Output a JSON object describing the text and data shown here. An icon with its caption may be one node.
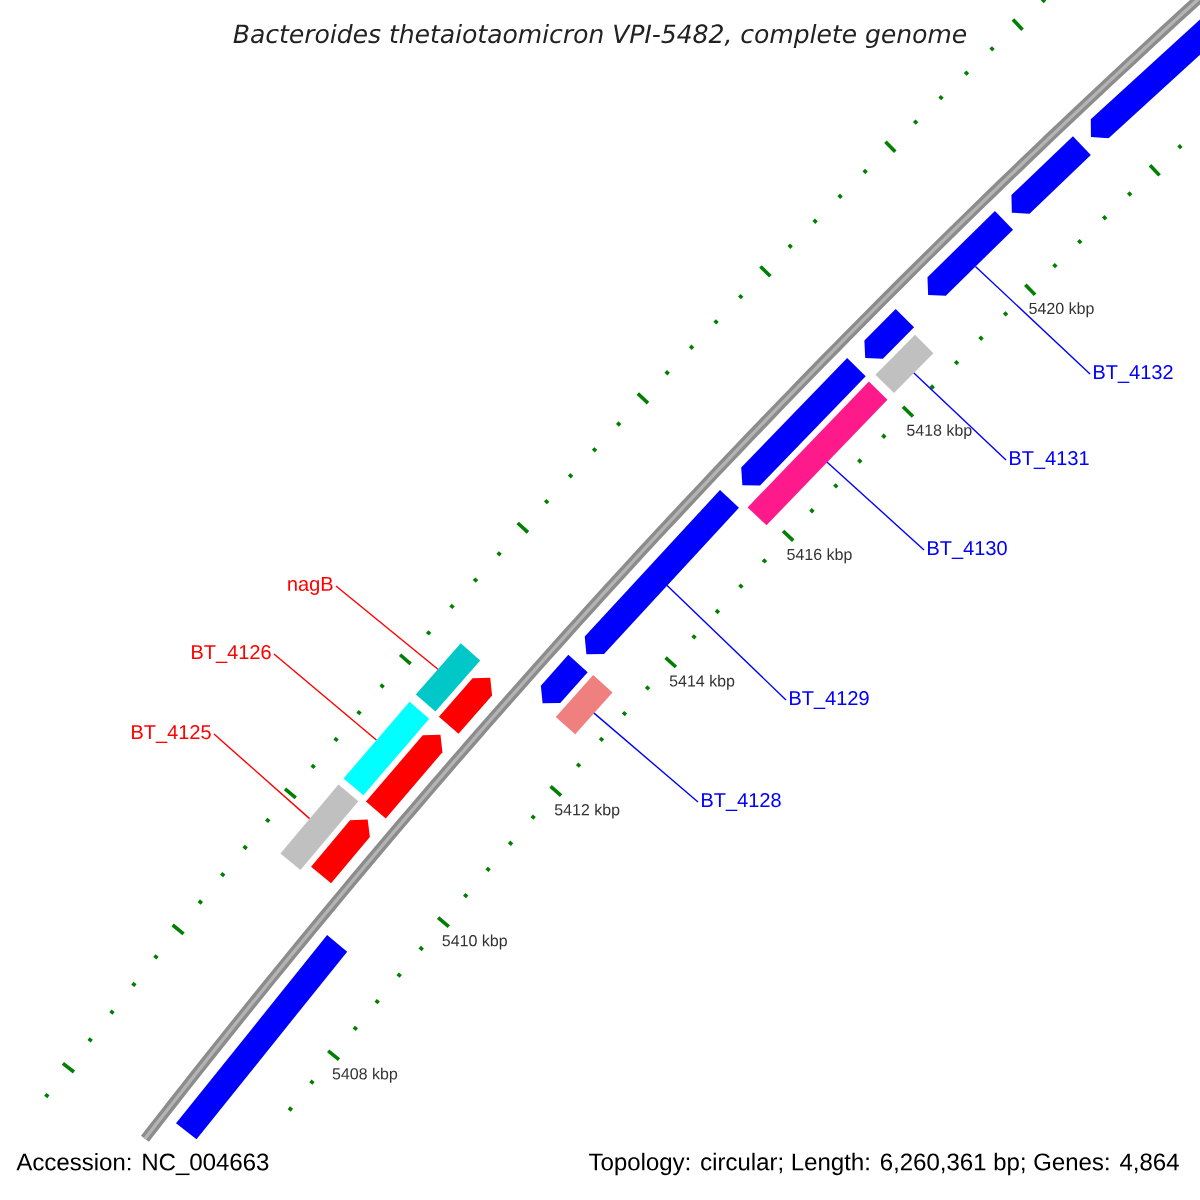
{
  "diagram": {
    "title": "Bacteroides thetaiotaomicron VPI-5482, complete genome",
    "nodes": [
      {
        "text": [
          "BT_4132"
        ]
      },
      {
        "text": [
          "BT_4131"
        ]
      },
      {
        "text": [
          "BT_4130"
        ]
      },
      {
        "text": [
          "nagB"
        ]
      },
      {
        "text": [
          "BT_4126"
        ]
      },
      {
        "text": [
          "BT_4129"
        ]
      },
      {
        "text": [
          "BT_4125"
        ]
      },
      {
        "text": [
          "BT_4128"
        ]
      },
      {
        "text": [],
        "shape": "pentagon"
      },
      {
        "text": [],
        "shape": "pentagon"
      },
      {
        "text": [],
        "shape": "pentagon"
      },
      {
        "text": [],
        "shape": "pentagon"
      },
      {
        "text": [],
        "shape": "bar"
      },
      {
        "text": [],
        "shape": "pentagon"
      },
      {
        "text": [],
        "shape": "bar"
      },
      {
        "text": [],
        "shape": "pentagon"
      },
      {
        "text": [],
        "shape": "bar"
      },
      {
        "text": [],
        "shape": "pentagon"
      },
      {
        "text": [],
        "shape": "pentagon"
      },
      {
        "text": [],
        "shape": "bar"
      },
      {
        "text": [],
        "shape": "bar"
      },
      {
        "text": [],
        "shape": "pentagon"
      },
      {
        "text": [],
        "shape": "bar"
      },
      {
        "text": [],
        "shape": "pentagon"
      },
      {
        "text": [],
        "shape": "bar"
      }
    ],
    "edges": [
      {
        "from": 0,
        "to": 10,
        "arrow": "none"
      },
      {
        "from": 1,
        "to": 12,
        "arrow": "none"
      },
      {
        "from": 2,
        "to": 14,
        "arrow": "none"
      },
      {
        "from": 3,
        "to": 16,
        "arrow": "none",
        "color": "#ff0000"
      },
      {
        "from": 4,
        "to": 20,
        "arrow": "none",
        "color": "#ff0000"
      },
      {
        "from": 5,
        "to": 15,
        "arrow": "none"
      },
      {
        "from": 6,
        "to": 22,
        "arrow": "none",
        "color": "#ff0000"
      },
      {
        "from": 7,
        "to": 19,
        "arrow": "none"
      }
    ],
    "labels": [
      "5420 kbp",
      "5418 kbp",
      "5416 kbp",
      "5414 kbp",
      "5412 kbp",
      "5410 kbp",
      "5408 kbp",
      "Accession: NC_004663",
      "Topology: circular; Length: 6,260,361 bp; Genes: 4,864"
    ]
  }
}
